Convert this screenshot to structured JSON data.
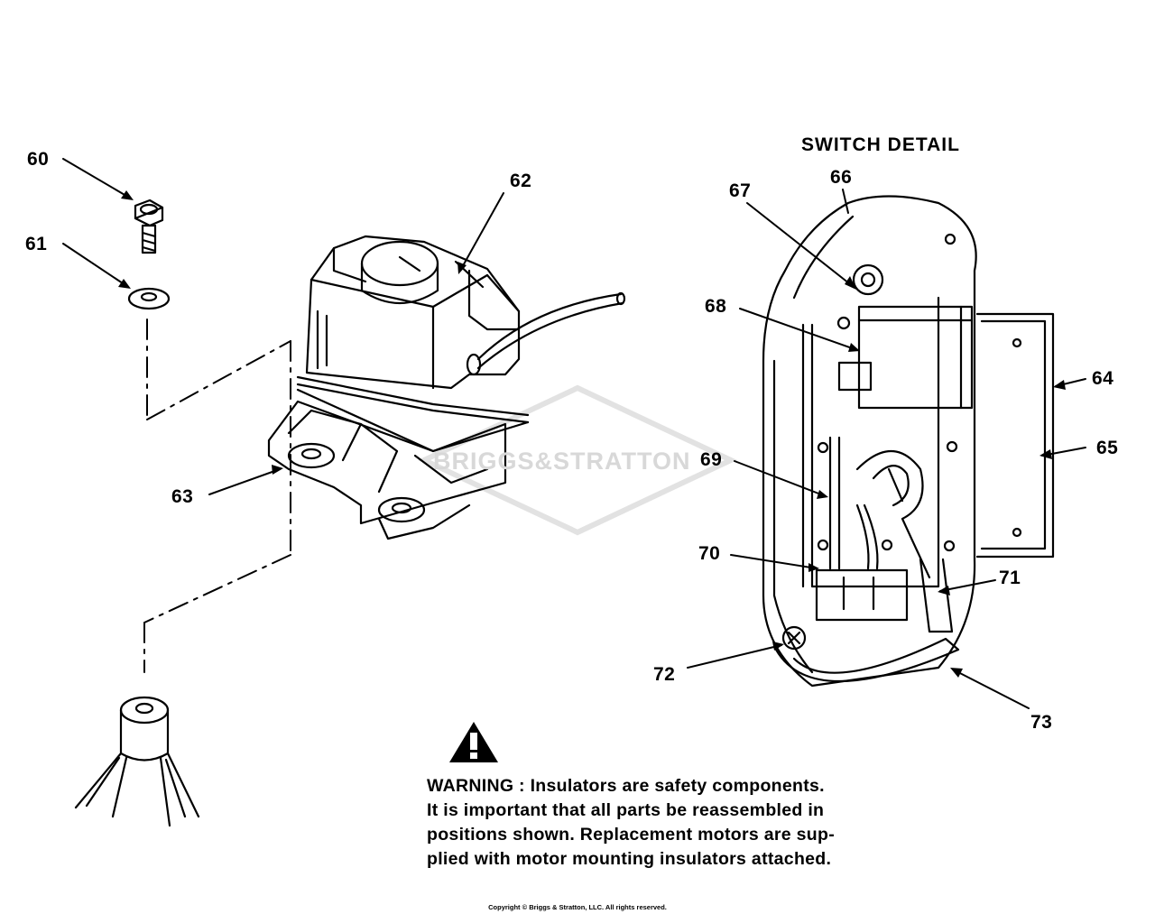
{
  "diagram": {
    "switch_detail_title": "SWITCH DETAIL",
    "callouts": [
      {
        "id": "60",
        "text": "60"
      },
      {
        "id": "61",
        "text": "61"
      },
      {
        "id": "62",
        "text": "62"
      },
      {
        "id": "63",
        "text": "63"
      },
      {
        "id": "64",
        "text": "64"
      },
      {
        "id": "65",
        "text": "65"
      },
      {
        "id": "66",
        "text": "66"
      },
      {
        "id": "67",
        "text": "67"
      },
      {
        "id": "68",
        "text": "68"
      },
      {
        "id": "69",
        "text": "69"
      },
      {
        "id": "70",
        "text": "70"
      },
      {
        "id": "71",
        "text": "71"
      },
      {
        "id": "72",
        "text": "72"
      },
      {
        "id": "73",
        "text": "73"
      }
    ],
    "warning": {
      "lines": [
        "WARNING :  Insulators are safety components.",
        "It is important that all parts be reassembled in",
        "positions shown. Replacement motors are sup-",
        "plied with motor mounting insulators attached."
      ]
    },
    "watermark": "BRIGGS&STRATTON",
    "copyright": "Copyright © Briggs & Stratton, LLC. All rights reserved."
  }
}
